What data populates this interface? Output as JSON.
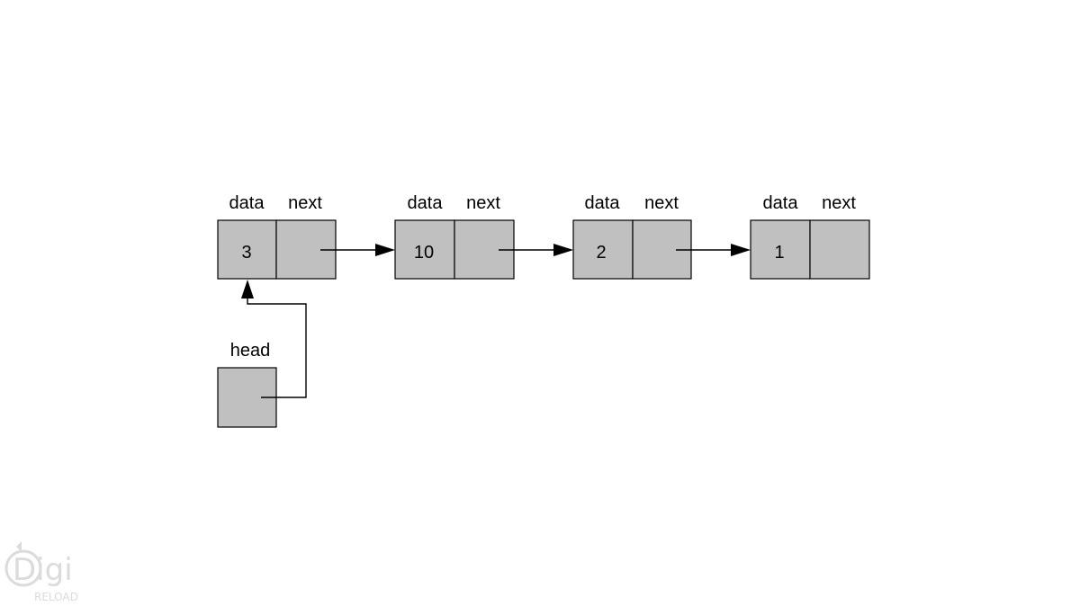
{
  "nodes": [
    {
      "data_label": "data",
      "next_label": "next",
      "value": "3"
    },
    {
      "data_label": "data",
      "next_label": "next",
      "value": "10"
    },
    {
      "data_label": "data",
      "next_label": "next",
      "value": "2"
    },
    {
      "data_label": "data",
      "next_label": "next",
      "value": "1"
    }
  ],
  "head": {
    "label": "head",
    "points_to_node": 0
  },
  "watermark": {
    "line1": "Digi",
    "line2": "RELOAD"
  },
  "colors": {
    "cell_fill": "#c0c0c0",
    "stroke": "#000000",
    "background": "#ffffff"
  }
}
